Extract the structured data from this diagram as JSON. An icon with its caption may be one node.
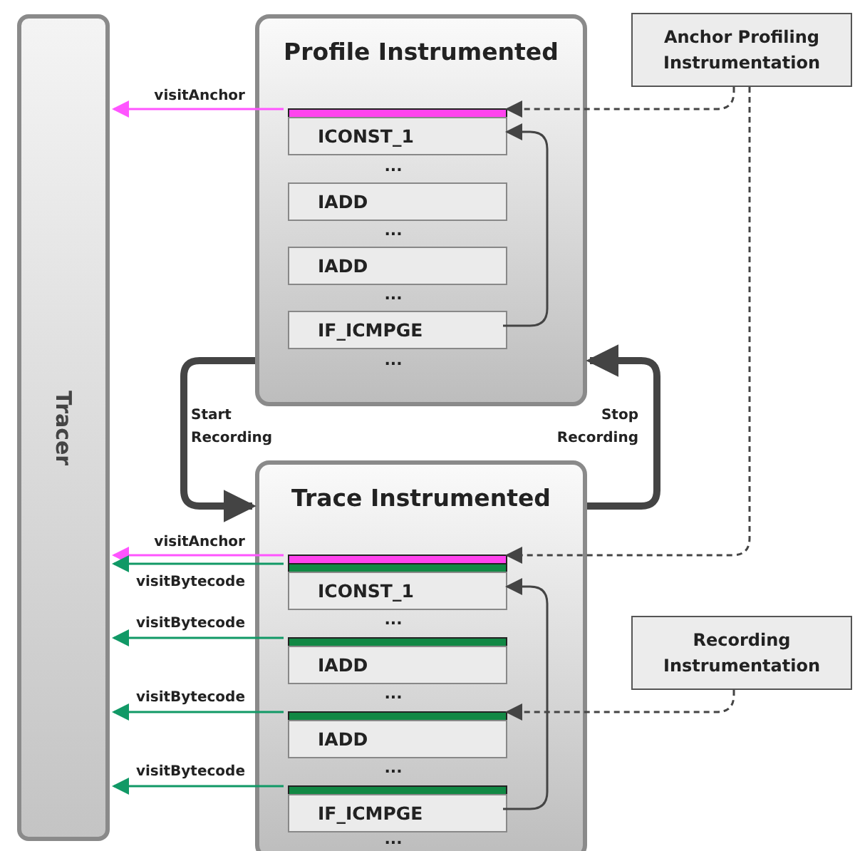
{
  "diagram": {
    "nodes": [
      {
        "text": [
          "Tracer"
        ]
      },
      {
        "text": [
          "Profile Instrumented"
        ]
      },
      {
        "text": [],
        "shape": "bar",
        "in": 1
      },
      {
        "text": [
          "ICONST_1"
        ],
        "in": 1
      },
      {
        "text": [
          "IADD"
        ],
        "in": 1
      },
      {
        "text": [
          "IADD"
        ],
        "in": 1
      },
      {
        "text": [
          "IF_ICMPGE"
        ],
        "in": 1
      },
      {
        "text": [
          "Anchor Profiling Instrumentation"
        ]
      },
      {
        "text": [
          "Trace Instrumented"
        ]
      },
      {
        "text": [],
        "shape": "bar",
        "in": 8
      },
      {
        "text": [],
        "shape": "bar",
        "in": 8
      },
      {
        "text": [
          "ICONST_1"
        ],
        "in": 8
      },
      {
        "text": [],
        "shape": "bar",
        "in": 8
      },
      {
        "text": [
          "IADD"
        ],
        "in": 8
      },
      {
        "text": [],
        "shape": "bar",
        "in": 8
      },
      {
        "text": [
          "IADD"
        ],
        "in": 8
      },
      {
        "text": [],
        "shape": "bar",
        "in": 8
      },
      {
        "text": [
          "IF_ICMPGE"
        ],
        "in": 8
      },
      {
        "text": [
          "Recording Instrumentation"
        ]
      }
    ],
    "edges": [
      {
        "from": 2,
        "to": 0,
        "arrow": "to",
        "label": "visitAnchor",
        "color": "#ff55ff"
      },
      {
        "from": 7,
        "to": 2,
        "arrow": "to",
        "style": "dashed"
      },
      {
        "from": 6,
        "to": 3,
        "arrow": "to"
      },
      {
        "from": 1,
        "to": 8,
        "arrow": "to",
        "label": "Start Recording",
        "style": "thick"
      },
      {
        "from": 8,
        "to": 1,
        "arrow": "to",
        "label": "Stop Recording",
        "style": "thick"
      },
      {
        "from": 9,
        "to": 0,
        "arrow": "to",
        "label": "visitAnchor",
        "color": "#ff55ff"
      },
      {
        "from": 10,
        "to": 0,
        "arrow": "to",
        "label": "visitBytecode",
        "color": "#119966"
      },
      {
        "from": 12,
        "to": 0,
        "arrow": "to",
        "label": "visitBytecode",
        "color": "#119966"
      },
      {
        "from": 14,
        "to": 0,
        "arrow": "to",
        "label": "visitBytecode",
        "color": "#119966"
      },
      {
        "from": 16,
        "to": 0,
        "arrow": "to",
        "label": "visitBytecode",
        "color": "#119966"
      },
      {
        "from": 7,
        "to": 9,
        "arrow": "to",
        "style": "dashed"
      },
      {
        "from": 18,
        "to": 14,
        "arrow": "to",
        "style": "dashed"
      },
      {
        "from": 17,
        "to": 11,
        "arrow": "to"
      }
    ],
    "labels": [
      "...",
      "...",
      "...",
      "...",
      "...",
      "...",
      "...",
      "..."
    ]
  }
}
